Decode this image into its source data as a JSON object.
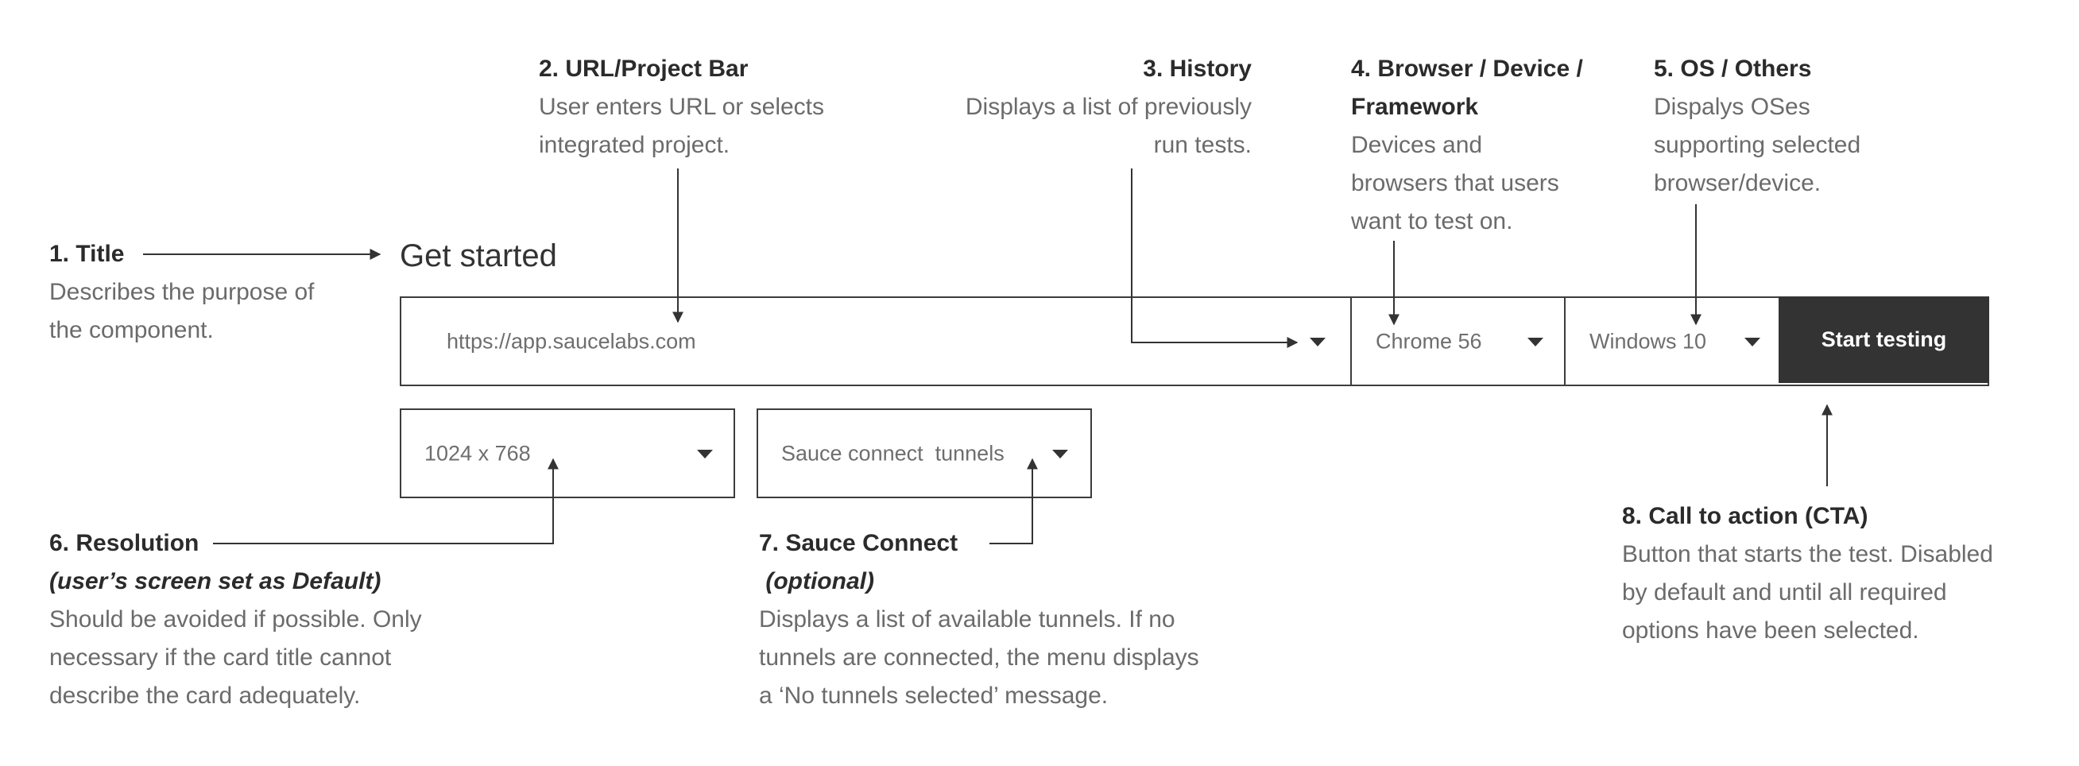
{
  "page_title": "Get started",
  "url_bar": {
    "value": "https://app.saucelabs.com"
  },
  "browser_select": {
    "value": "Chrome 56"
  },
  "os_select": {
    "value": "Windows 10"
  },
  "cta_button": {
    "label": "Start testing"
  },
  "resolution_select": {
    "value": "1024 x 768"
  },
  "tunnel_select": {
    "value": "Sauce connect  tunnels"
  },
  "annotations": {
    "title": {
      "heading": "1. Title",
      "desc_lines": [
        "Describes the purpose of",
        "the component."
      ]
    },
    "url": {
      "heading": "2. URL/Project Bar",
      "desc_lines": [
        "User enters URL or selects",
        "integrated project."
      ]
    },
    "history": {
      "heading": "3. History",
      "desc_lines": [
        "Displays a list of previously",
        "run tests."
      ]
    },
    "browser": {
      "heading_lines": [
        "4. Browser / Device /",
        "Framework"
      ],
      "desc_lines": [
        "Devices and",
        "browsers that users",
        "want to test on."
      ]
    },
    "os": {
      "heading": "5. OS / Others",
      "desc_lines": [
        "Dispalys OSes",
        "supporting selected",
        "browser/device."
      ]
    },
    "resolution": {
      "heading": "6. Resolution",
      "subheading": "(user’s screen set as Default)",
      "desc_lines": [
        "Should be avoided if possible. Only",
        "necessary if the card title cannot",
        "describe the card adequately."
      ]
    },
    "sauce_connect": {
      "heading": "7. Sauce Connect",
      "subheading": " (optional)",
      "desc_lines": [
        "Displays a list of available tunnels. If no",
        "tunnels are connected, the menu displays",
        "a ‘No tunnels selected’ message."
      ]
    },
    "cta": {
      "heading": "8. Call to action (CTA)",
      "desc_lines": [
        "Button that starts the test. Disabled",
        "by default and until all required",
        "options have been selected."
      ]
    }
  },
  "colors": {
    "ink": "#333333",
    "muted": "#6b6b6b",
    "cta_bg": "#333333",
    "cta_text": "#ffffff"
  }
}
